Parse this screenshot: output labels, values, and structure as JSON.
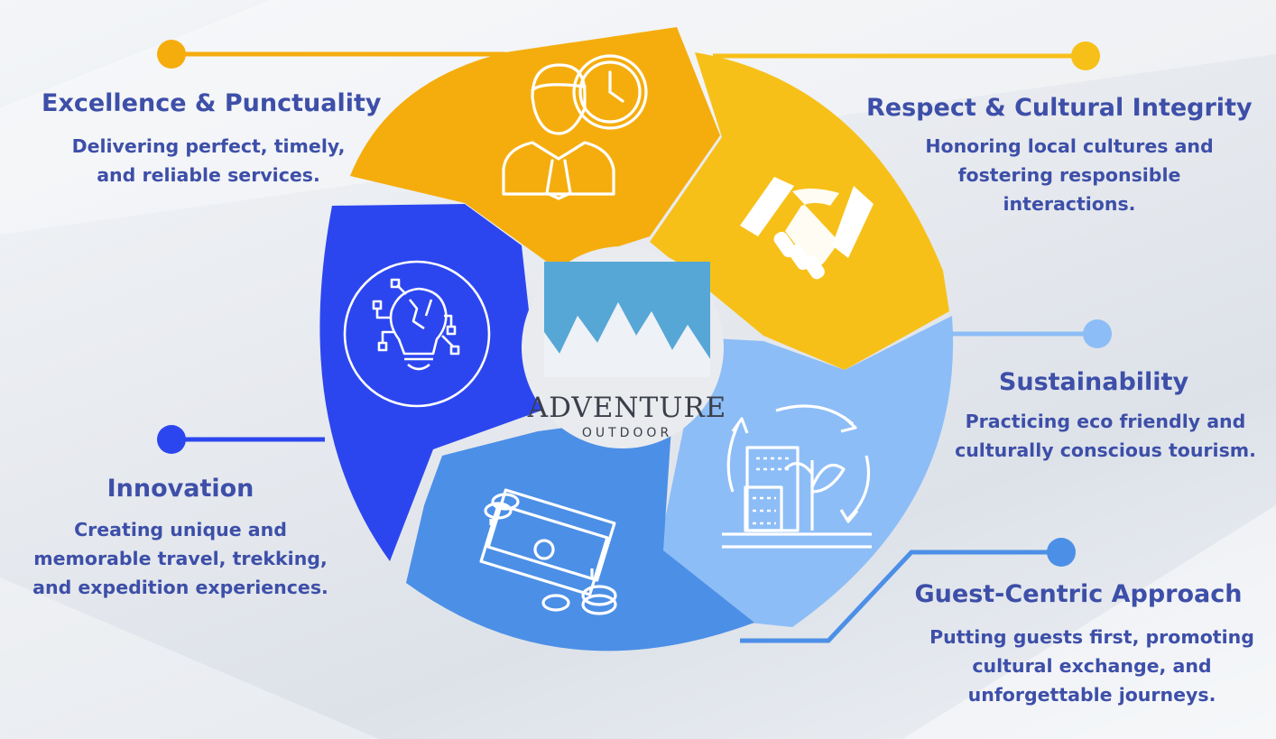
{
  "colors": {
    "text": "#3d4fa8",
    "excellence": "#f5ad0e",
    "respect": "#f7c019",
    "sustainability": "#8dbdf6",
    "guest": "#4c8fe6",
    "innovation": "#2c46ef"
  },
  "center_logo": {
    "brand": "ADVENTURE",
    "sub": "OUTDOOR"
  },
  "values": [
    {
      "id": "excellence",
      "title": "Excellence & Punctuality",
      "lines": [
        "Delivering perfect, timely,",
        "and reliable services."
      ],
      "icon": "businessman-clock-icon"
    },
    {
      "id": "respect",
      "title": "Respect & Cultural Integrity",
      "lines": [
        "Honoring local cultures and",
        "fostering responsible",
        "interactions."
      ],
      "icon": "handshake-icon"
    },
    {
      "id": "sustainability",
      "title": "Sustainability",
      "lines": [
        "Practicing eco friendly and",
        "culturally conscious tourism."
      ],
      "icon": "eco-building-icon"
    },
    {
      "id": "guest",
      "title": "Guest-Centric Approach",
      "lines": [
        "Putting guests first, promoting",
        "cultural exchange, and",
        "unforgettable journeys."
      ],
      "icon": "money-coins-icon"
    },
    {
      "id": "innovation",
      "title": "Innovation",
      "lines": [
        "Creating unique and",
        "memorable travel, trekking,",
        "and expedition experiences."
      ],
      "icon": "lightbulb-circuit-icon"
    }
  ]
}
